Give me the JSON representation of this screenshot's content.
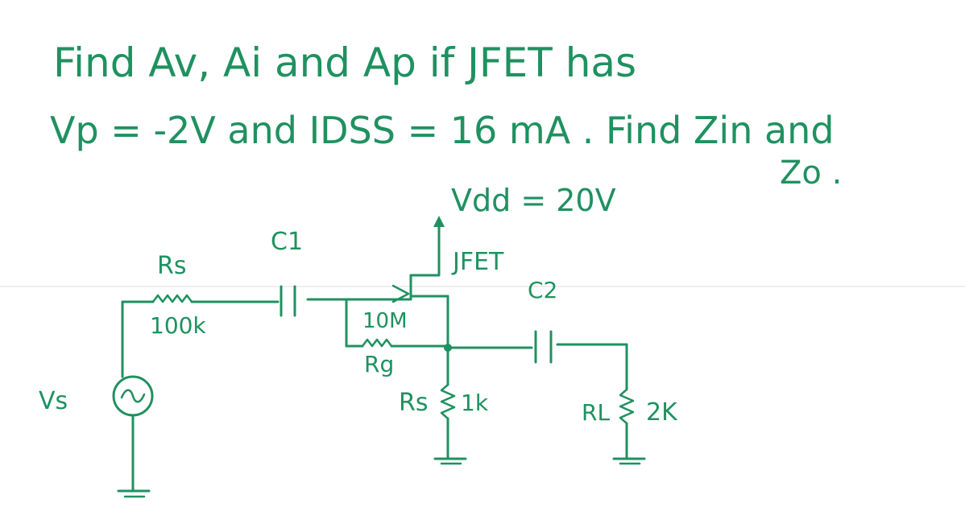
{
  "problem": {
    "line1": "Find  Av, Ai  and  Ap  if JFET has",
    "line2": "Vp = -2V  and  IDSS = 16 mA . Find  Zin and",
    "line3": "Zo ."
  },
  "circuit": {
    "supply": "Vdd = 20V",
    "source_resistor": {
      "name": "Rs",
      "value": "100k"
    },
    "input_cap": "C1",
    "gate_resistor": {
      "name": "Rg",
      "value": "10M"
    },
    "transistor": "JFET",
    "output_cap": "C2",
    "source_leg_resistor": {
      "name": "Rs",
      "value": "1k"
    },
    "load_resistor": {
      "name": "RL",
      "value": "2K"
    },
    "signal_source": "Vs"
  },
  "colors": {
    "ink": "#1f9160",
    "background": "#ffffff"
  }
}
